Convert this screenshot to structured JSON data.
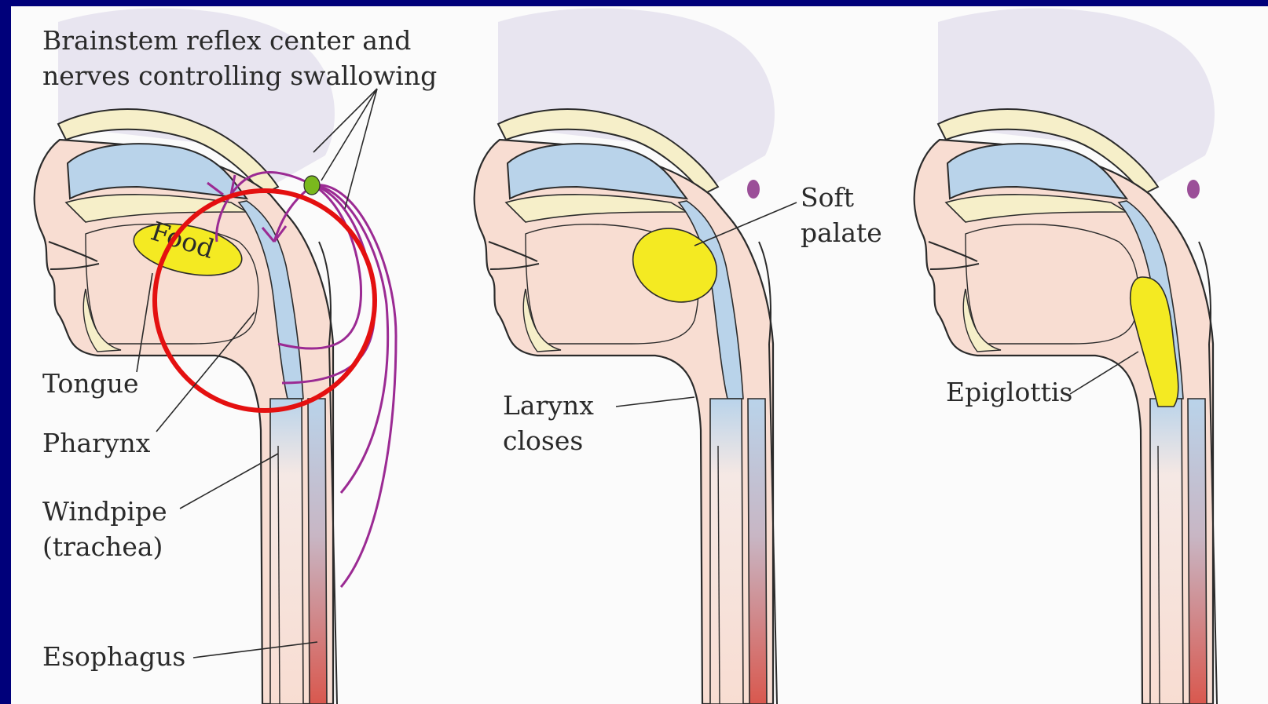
{
  "colors": {
    "border": "#00007a",
    "background": "#fbfbfb",
    "soft_tissue": "#f8ddd2",
    "airway": "#b9d3ea",
    "bone": "#f6efc9",
    "brain": "#e6e2ee",
    "food_bolus": "#f4ea22",
    "nerve": "#9b2a93",
    "reflex_center": "#7ab81e",
    "highlight_circle": "#e41010",
    "esophagus_lower": "#d9584e"
  },
  "panels": [
    {
      "labels": {
        "brainstem": [
          "Brainstem reflex center and",
          "nerves controlling swallowing"
        ],
        "food": "Food",
        "tongue": "Tongue",
        "pharynx": "Pharynx",
        "windpipe": [
          "Windpipe",
          "(trachea)"
        ],
        "esophagus": "Esophagus"
      }
    },
    {
      "labels": {
        "soft_palate": [
          "Soft",
          "palate"
        ],
        "larynx": [
          "Larynx",
          "closes"
        ]
      }
    },
    {
      "labels": {
        "epiglottis": "Epiglottis"
      }
    }
  ]
}
